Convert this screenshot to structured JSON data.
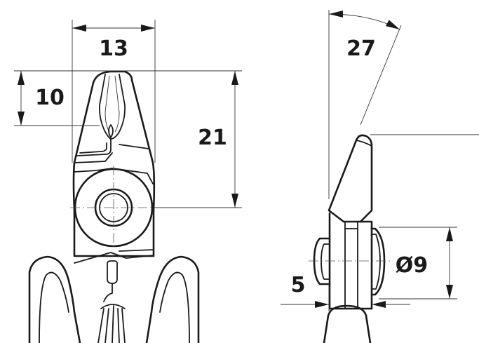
{
  "dimensions": {
    "width_tip": "13",
    "tip_length": "10",
    "head_length": "21",
    "angle": "27",
    "pivot_diameter": "Ø9",
    "thickness": "5"
  },
  "colors": {
    "line": "#1a1a1a",
    "background": "#ffffff"
  }
}
